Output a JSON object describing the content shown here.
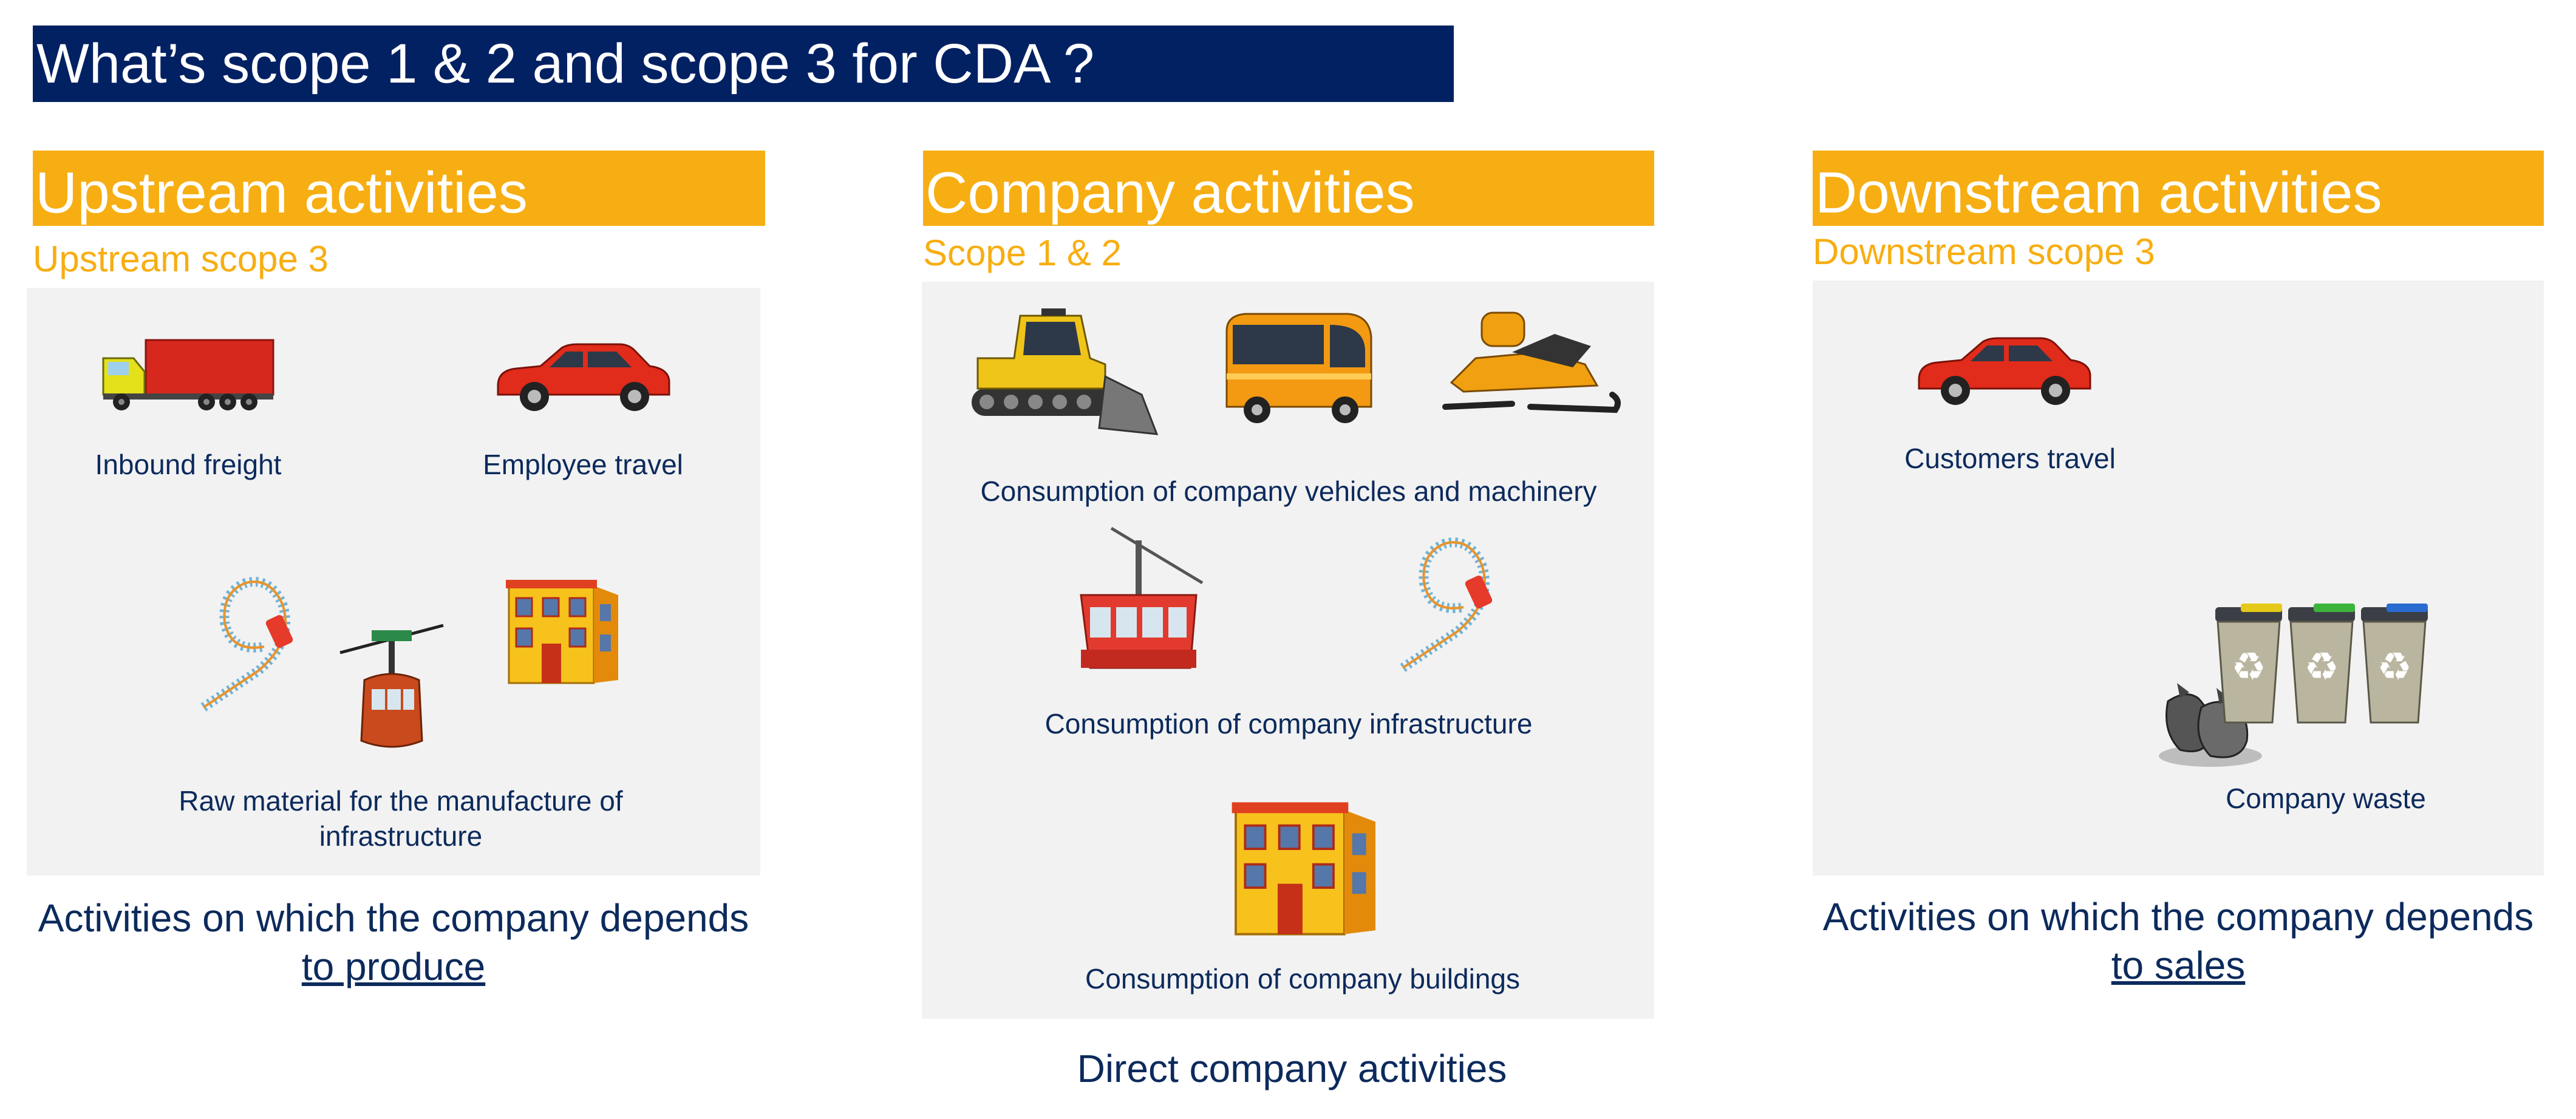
{
  "title": "What’s scope 1 & 2 and scope 3 for CDA ?",
  "columns": {
    "upstream": {
      "heading": "Upstream activities",
      "subheading": "Upstream scope 3",
      "items": {
        "inbound_freight": "Inbound freight",
        "employee_travel": "Employee travel",
        "raw_material_line1": "Raw material for the manufacture of",
        "raw_material_line2": "infrastructure"
      },
      "footer_line1": "Activities on which the company depends",
      "footer_line2": "to produce"
    },
    "company": {
      "heading": "Company activities",
      "subheading": "Scope 1 & 2",
      "items": {
        "vehicles": "Consumption of company vehicles and machinery",
        "infrastructure": "Consumption of company infrastructure",
        "buildings": "Consumption of company buildings"
      },
      "footer_line1": "Direct company activities"
    },
    "downstream": {
      "heading": "Downstream activities",
      "subheading": "Downstream scope 3",
      "items": {
        "customers_travel": "Customers travel",
        "company_waste": "Company waste"
      },
      "footer_line1": "Activities on which the company depends",
      "footer_line2": "to sales"
    }
  },
  "icons": [
    "truck-icon",
    "car-icon",
    "roller-coaster-icon",
    "cable-car-icon",
    "building-icon",
    "snow-groomer-icon",
    "bus-icon",
    "snowmobile-icon",
    "recycling-bins-icon",
    "trash-bags-icon"
  ],
  "colors": {
    "navy": "#022163",
    "orange": "#f7ae12",
    "panel": "#f2f2f2",
    "text": "#0c2a5c"
  }
}
